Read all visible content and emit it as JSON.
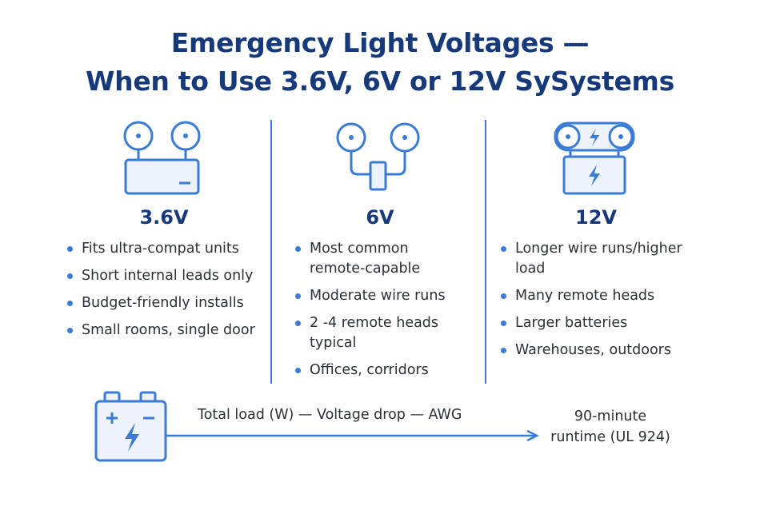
{
  "title": {
    "line1": "Emergency Light Voltages —",
    "line2": "When to Use 3.6V, 6V or 12V SySystems"
  },
  "columns": [
    {
      "voltage": "3.6V",
      "icon": "twin-head-battery-icon",
      "bullets": [
        "Fits ultra-compat units",
        "Short internal leads only",
        "Budget-friendly installs",
        "Small rooms, single door"
      ]
    },
    {
      "voltage": "6V",
      "icon": "remote-heads-icon",
      "bullets": [
        "Most common remote-capable",
        "Moderate wire runs",
        "2 -4 remote heads typical",
        "Offices, corridors"
      ]
    },
    {
      "voltage": "12V",
      "icon": "twin-head-charged-battery-icon",
      "bullets": [
        "Longer wire runs/higher load",
        "Many remote heads",
        "Larger batteries",
        "Warehouses, outdoors"
      ]
    }
  ],
  "flow": {
    "icon": "battery-icon",
    "text": "Total load (W)  —  Voltage drop  —  AWG",
    "result_line1": "90-minute",
    "result_line2": "runtime (UL 924)"
  },
  "colors": {
    "title": "#15397a",
    "accent": "#3a7bd5",
    "icon_fill": "#eef3fb",
    "text": "#2b2f36"
  }
}
